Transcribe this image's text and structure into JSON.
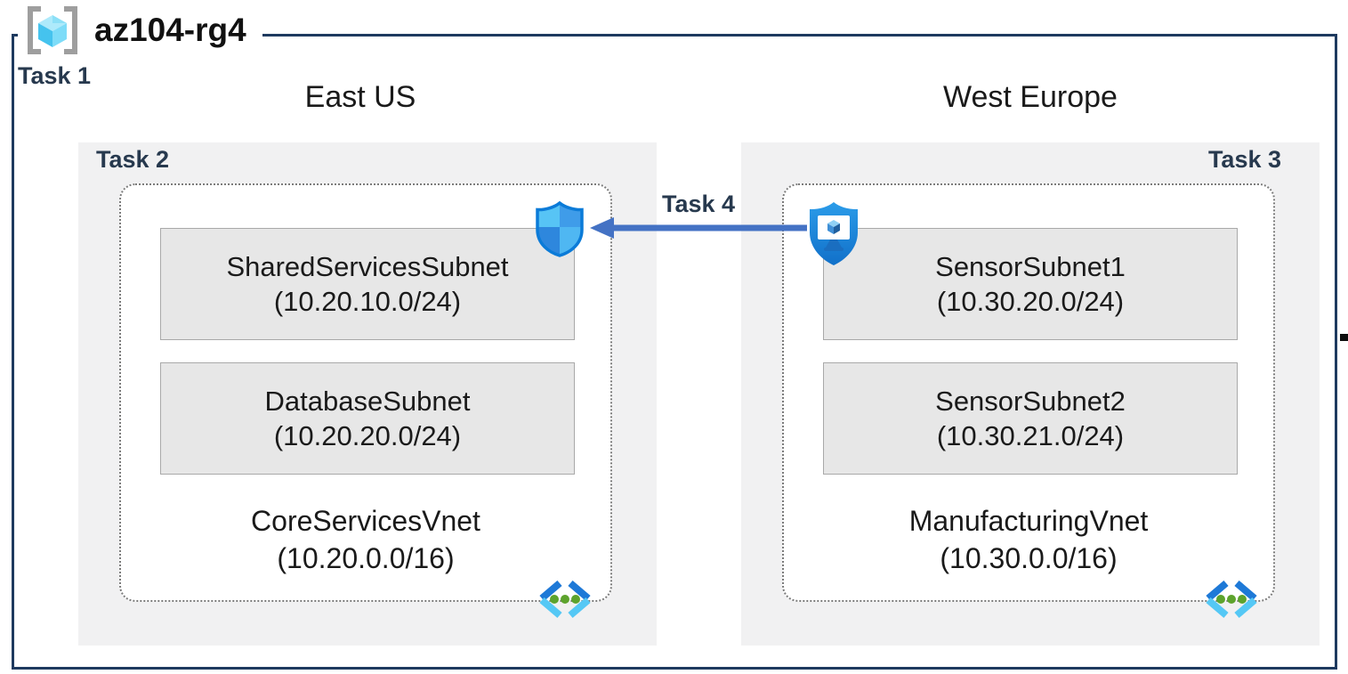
{
  "header": {
    "title": "az104-rg4",
    "task_label": "Task 1"
  },
  "regions": [
    {
      "name": "East US",
      "task_label": "Task 2",
      "vnet": {
        "name": "CoreServicesVnet",
        "cidr": "(10.20.0.0/16)",
        "subnets": [
          {
            "name": "SharedServicesSubnet",
            "cidr": "(10.20.10.0/24)"
          },
          {
            "name": "DatabaseSubnet",
            "cidr": "(10.20.20.0/24)"
          }
        ]
      }
    },
    {
      "name": "West Europe",
      "task_label": "Task 3",
      "vnet": {
        "name": "ManufacturingVnet",
        "cidr": "(10.30.0.0/16)",
        "subnets": [
          {
            "name": "SensorSubnet1",
            "cidr": "(10.30.20.0/24)"
          },
          {
            "name": "SensorSubnet2",
            "cidr": "(10.30.21.0/24)"
          }
        ]
      }
    }
  ],
  "peering": {
    "task_label": "Task 4",
    "direction": "right-to-left"
  },
  "icons": {
    "resource_group": "resource-group-icon",
    "nsg": "network-security-group-shield-icon",
    "bastion": "bastion-shield-monitor-icon",
    "vnet": "virtual-network-chevron-icon",
    "arrow": "peering-arrow-left"
  },
  "colors": {
    "frame_border": "#1e3a5f",
    "task_text": "#27394e",
    "panel_bg": "#f1f1f2",
    "subnet_bg": "#e7e7e7",
    "subnet_border": "#a9a9a9",
    "dotted_border": "#7c7c7c",
    "arrow_blue": "#4472c4",
    "shield_light": "#57c4f5",
    "shield_mid": "#3f9ce9",
    "shield_dark": "#2e87dd",
    "shield_outline": "#0b7bd8",
    "vnet_chevron_dark": "#1e79d7",
    "vnet_chevron_light": "#55c8f5",
    "vnet_dot_green": "#5da32d",
    "bracket_gray": "#9e9e9e",
    "cube_cyan": "#45c3ee"
  }
}
